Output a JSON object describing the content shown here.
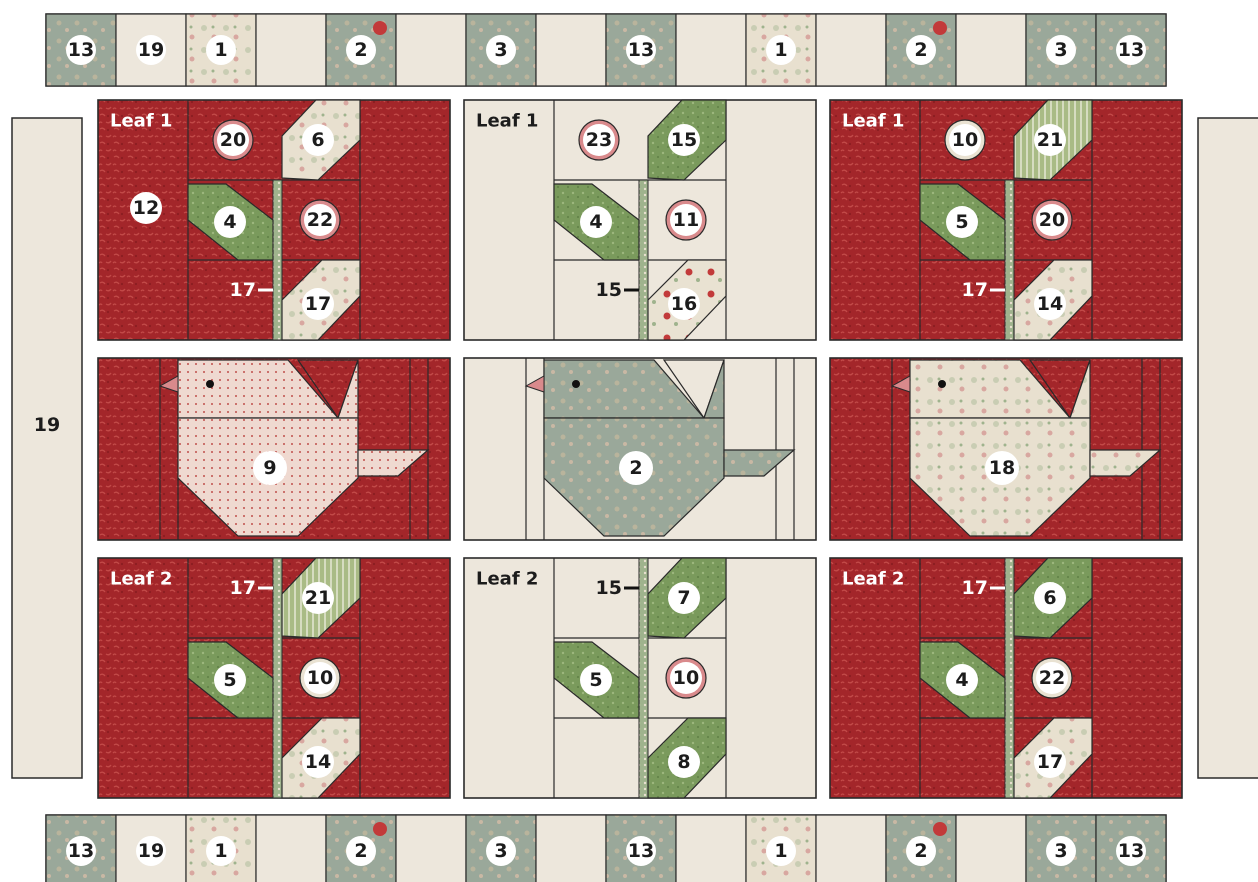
{
  "colors": {
    "red": "#a3262a",
    "cream": "#ede7dc",
    "sage": "#9aa89a",
    "green": "#7a9a5c",
    "floral_cream": "#e9e2d2",
    "pink": "#d98a8c",
    "outline": "#2a2a2a"
  },
  "border_top": [
    "13",
    "19",
    "1",
    "",
    "2",
    "",
    "3",
    "",
    "13",
    "",
    "1",
    "",
    "2",
    "",
    "3",
    "13"
  ],
  "border_bottom": [
    "13",
    "19",
    "1",
    "",
    "2",
    "",
    "3",
    "",
    "13",
    "",
    "1",
    "",
    "2",
    "",
    "3",
    "13"
  ],
  "side_strip_left": "19",
  "blocks": {
    "tl_leaf1": {
      "title": "Leaf 1",
      "n_main": "12",
      "n_top_mid": "20",
      "n_top_right": "6",
      "n_leaf": "4",
      "n_circle": "22",
      "n_stem": "17",
      "n_bottom_right": "17"
    },
    "tm_leaf1": {
      "title": "Leaf 1",
      "n_top_mid": "23",
      "n_top_right": "15",
      "n_leaf": "4",
      "n_circle": "11",
      "n_stem": "15",
      "n_bottom_right": "16"
    },
    "tr_leaf1": {
      "title": "Leaf 1",
      "n_top_mid": "10",
      "n_top_right": "21",
      "n_leaf": "5",
      "n_circle": "20",
      "n_stem": "17",
      "n_bottom_right": "14"
    },
    "ml_bird": {
      "n_body": "9"
    },
    "mm_bird": {
      "n_body": "2"
    },
    "mr_bird": {
      "n_body": "18"
    },
    "bl_leaf2": {
      "title": "Leaf 2",
      "n_stem": "17",
      "n_top_right": "21",
      "n_leaf": "5",
      "n_circle": "10",
      "n_bottom_right": "14"
    },
    "bm_leaf2": {
      "title": "Leaf 2",
      "n_stem": "15",
      "n_top_right": "7",
      "n_leaf": "5",
      "n_circle": "10",
      "n_bottom_right": "8"
    },
    "br_leaf2": {
      "title": "Leaf 2",
      "n_stem": "17",
      "n_top_right": "6",
      "n_leaf": "4",
      "n_circle": "22",
      "n_bottom_right": "17"
    }
  }
}
